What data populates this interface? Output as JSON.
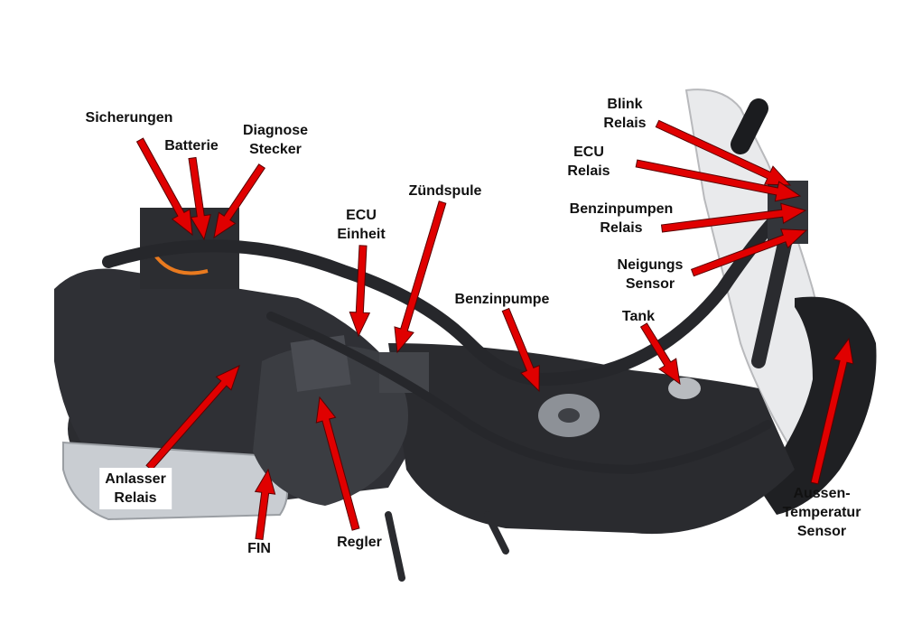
{
  "colors": {
    "arrow": "#e00000",
    "arrow_outline": "#5a0000",
    "label_text": "#111111",
    "frame": "#26272b",
    "chrome": "#c9cdd2",
    "background": "#ffffff"
  },
  "labels": {
    "sicherungen": [
      "Sicherungen"
    ],
    "batterie": [
      "Batterie"
    ],
    "diagnose_stecker": [
      "Diagnose",
      "Stecker"
    ],
    "ecu_einheit": [
      "ECU",
      "Einheit"
    ],
    "zuendspule": [
      "Zündspule"
    ],
    "benzinpumpe": [
      "Benzinpumpe"
    ],
    "blink_relais": [
      "Blink",
      "Relais"
    ],
    "ecu_relais": [
      "ECU",
      "Relais"
    ],
    "benzinpumpen_relais": [
      "Benzinpumpen",
      "Relais"
    ],
    "neigungs_sensor": [
      "Neigungs",
      "Sensor"
    ],
    "tank": [
      "Tank"
    ],
    "anlasser_relais": [
      "Anlasser",
      "Relais"
    ],
    "fin": [
      "FIN"
    ],
    "regler": [
      "Regler"
    ],
    "aussen_temperatur_sensor": [
      "Aussen-",
      "Temperatur",
      "Sensor"
    ]
  }
}
